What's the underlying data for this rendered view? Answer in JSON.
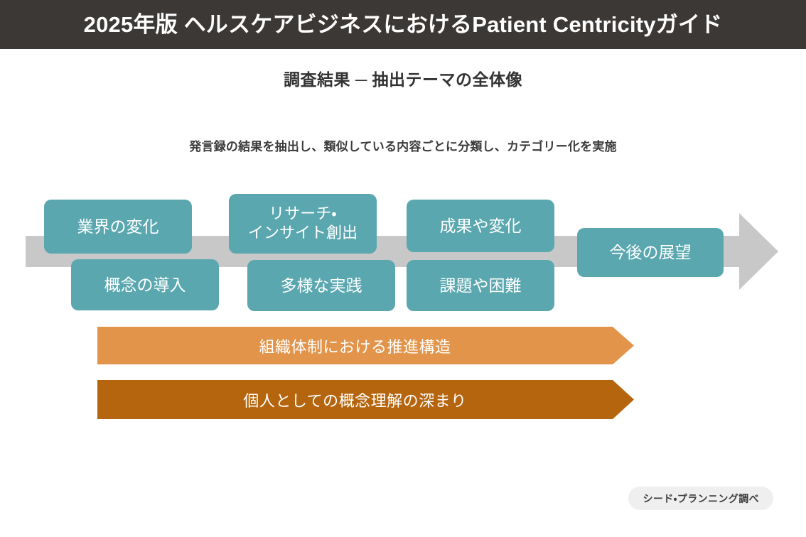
{
  "header": {
    "title": "2025年版 ヘルスケアビジネスにおけるPatient Centricityガイド",
    "background_color": "#3c3835",
    "text_color": "#ffffff"
  },
  "subtitle": "調査結果 ─ 抽出テーマの全体像",
  "description": "発言録の結果を抽出し、類似している内容ごとに分類し、カテゴリー化を実施",
  "colors": {
    "teal": "#5aa7af",
    "gray_arrow": "#c8c8c8",
    "orange_light": "#e2954a",
    "orange_dark": "#b5650d",
    "badge_bg": "#efefef",
    "page_bg": "#ffffff"
  },
  "process": {
    "arrow_icon": "right-arrow-band",
    "theme_boxes": [
      {
        "id": "gyokai",
        "label": "業界の変化",
        "lines": [
          "業界の変化"
        ]
      },
      {
        "id": "gainen",
        "label": "概念の導入",
        "lines": [
          "概念の導入"
        ]
      },
      {
        "id": "research",
        "label": "リサーチ・インサイト創出",
        "lines": [
          "リサーチ・",
          "インサイト創出"
        ]
      },
      {
        "id": "tayou",
        "label": "多様な実践",
        "lines": [
          "多様な実践"
        ]
      },
      {
        "id": "seika",
        "label": "成果や変化",
        "lines": [
          "成果や変化"
        ]
      },
      {
        "id": "kadai",
        "label": "課題や困難",
        "lines": [
          "課題や困難"
        ]
      },
      {
        "id": "kongo",
        "label": "今後の展望",
        "lines": [
          "今後の展望"
        ]
      }
    ]
  },
  "cross_cutting_bars": [
    {
      "id": "soshiki",
      "label": "組織体制における推進構造",
      "color": "#e2954a"
    },
    {
      "id": "kojin",
      "label": "個人としての概念理解の深まり",
      "color": "#b5650d"
    }
  ],
  "footer": {
    "badge_label": "シード・プランニング調べ"
  }
}
